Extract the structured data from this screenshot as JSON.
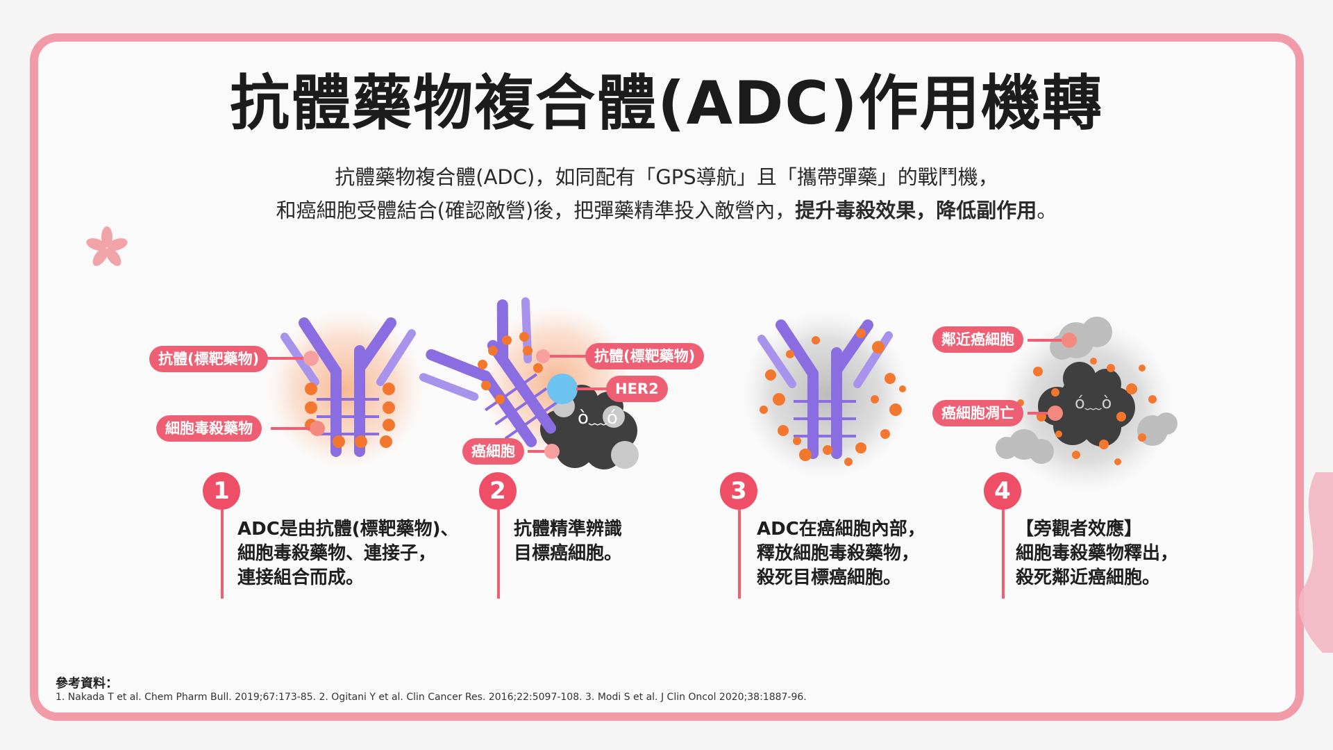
{
  "title": "抗體藥物複合體(ADC)作用機轉",
  "intro": {
    "line1": "抗體藥物複合體(ADC)，如同配有「GPS導航」且「攜帶彈藥」的戰鬥機，",
    "line2_plain": "和癌細胞受體結合(確認敵營)後，把彈藥精準投入敵營內，",
    "line2_bold": "提升毒殺效果，降低副作用",
    "line2_end": "。"
  },
  "labels": {
    "antibody_1": "抗體(標靶藥物)",
    "payload_1": "細胞毒殺藥物",
    "antibody_2": "抗體(標靶藥物)",
    "her2": "HER2",
    "cancer_cell": "癌細胞",
    "neighbor": "鄰近癌細胞",
    "death": "癌細胞凋亡"
  },
  "steps": [
    {
      "num": "1",
      "lines": [
        "ADC是由抗體(標靶藥物)、",
        "細胞毒殺藥物、連接子，",
        "連接組合而成。"
      ]
    },
    {
      "num": "2",
      "lines": [
        "抗體精準辨識",
        "目標癌細胞。"
      ]
    },
    {
      "num": "3",
      "lines": [
        "ADC在癌細胞內部，",
        "釋放細胞毒殺藥物，",
        "殺死目標癌細胞。"
      ]
    },
    {
      "num": "4",
      "lines": [
        "【旁觀者效應】",
        "細胞毒殺藥物釋出，",
        "殺死鄰近癌細胞。"
      ]
    }
  ],
  "references": {
    "title": "參考資料：",
    "text": "1. Nakada T et al. Chem Pharm Bull. 2019;67:173-85. 2. Ogitani Y et al. Clin Cancer Res. 2016;22:5097-108. 3. Modi S et al. J Clin Oncol 2020;38:1887-96."
  },
  "colors": {
    "frame": "#f19aa8",
    "accent": "#ee5f73",
    "antibody": "#8a6de0",
    "payload": "#f4772f",
    "cell": "#3d3d3d"
  }
}
